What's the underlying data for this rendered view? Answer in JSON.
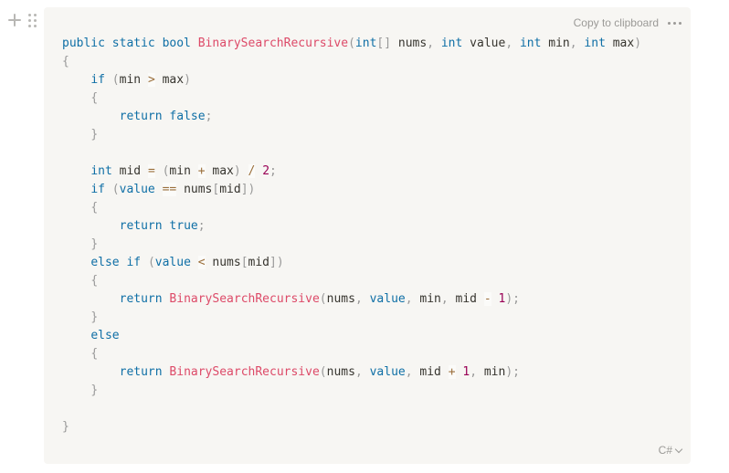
{
  "toolbar": {
    "copy_label": "Copy to clipboard"
  },
  "language": {
    "label": "C#"
  },
  "colors": {
    "keyword": "#0f6fa6",
    "function": "#dd4a68",
    "number": "#990055",
    "operator": "#9a6e3a",
    "punctuation": "#999999",
    "block_bg": "#f7f6f3"
  },
  "code": {
    "lines": [
      [
        [
          "kw",
          "public static bool "
        ],
        [
          "fn",
          "BinarySearchRecursive"
        ],
        [
          "pn",
          "("
        ],
        [
          "kw",
          "int"
        ],
        [
          "pn",
          "[]"
        ],
        [
          "t",
          " nums"
        ],
        [
          "pn",
          ", "
        ],
        [
          "kw",
          "int"
        ],
        [
          "t",
          " value"
        ],
        [
          "pn",
          ", "
        ],
        [
          "kw",
          "int"
        ],
        [
          "t",
          " min"
        ],
        [
          "pn",
          ", "
        ],
        [
          "kw",
          "int"
        ],
        [
          "t",
          " max"
        ],
        [
          "pn",
          ")"
        ]
      ],
      [
        [
          "pn",
          "{"
        ]
      ],
      [
        [
          "t",
          "    "
        ],
        [
          "kw",
          "if"
        ],
        [
          "t",
          " "
        ],
        [
          "pn",
          "("
        ],
        [
          "t",
          "min "
        ],
        [
          "op",
          ">"
        ],
        [
          "t",
          " max"
        ],
        [
          "pn",
          ")"
        ]
      ],
      [
        [
          "t",
          "    "
        ],
        [
          "pn",
          "{"
        ]
      ],
      [
        [
          "t",
          "        "
        ],
        [
          "kw",
          "return"
        ],
        [
          "t",
          " "
        ],
        [
          "kw",
          "false"
        ],
        [
          "pn",
          ";"
        ]
      ],
      [
        [
          "t",
          "    "
        ],
        [
          "pn",
          "}"
        ]
      ],
      [],
      [
        [
          "t",
          "    "
        ],
        [
          "kw",
          "int"
        ],
        [
          "t",
          " mid "
        ],
        [
          "op",
          "="
        ],
        [
          "t",
          " "
        ],
        [
          "pn",
          "("
        ],
        [
          "t",
          "min "
        ],
        [
          "op",
          "+"
        ],
        [
          "t",
          " max"
        ],
        [
          "pn",
          ")"
        ],
        [
          "t",
          " "
        ],
        [
          "op",
          "/"
        ],
        [
          "t",
          " "
        ],
        [
          "num",
          "2"
        ],
        [
          "pn",
          ";"
        ]
      ],
      [
        [
          "t",
          "    "
        ],
        [
          "kw",
          "if"
        ],
        [
          "t",
          " "
        ],
        [
          "pn",
          "("
        ],
        [
          "kw",
          "value"
        ],
        [
          "t",
          " "
        ],
        [
          "op",
          "=="
        ],
        [
          "t",
          " nums"
        ],
        [
          "pn",
          "["
        ],
        [
          "t",
          "mid"
        ],
        [
          "pn",
          "])"
        ]
      ],
      [
        [
          "t",
          "    "
        ],
        [
          "pn",
          "{"
        ]
      ],
      [
        [
          "t",
          "        "
        ],
        [
          "kw",
          "return"
        ],
        [
          "t",
          " "
        ],
        [
          "kw",
          "true"
        ],
        [
          "pn",
          ";"
        ]
      ],
      [
        [
          "t",
          "    "
        ],
        [
          "pn",
          "}"
        ]
      ],
      [
        [
          "t",
          "    "
        ],
        [
          "kw",
          "else"
        ],
        [
          "t",
          " "
        ],
        [
          "kw",
          "if"
        ],
        [
          "t",
          " "
        ],
        [
          "pn",
          "("
        ],
        [
          "kw",
          "value"
        ],
        [
          "t",
          " "
        ],
        [
          "op",
          "<"
        ],
        [
          "t",
          " nums"
        ],
        [
          "pn",
          "["
        ],
        [
          "t",
          "mid"
        ],
        [
          "pn",
          "])"
        ]
      ],
      [
        [
          "t",
          "    "
        ],
        [
          "pn",
          "{"
        ]
      ],
      [
        [
          "t",
          "        "
        ],
        [
          "kw",
          "return"
        ],
        [
          "t",
          " "
        ],
        [
          "fn",
          "BinarySearchRecursive"
        ],
        [
          "pn",
          "("
        ],
        [
          "t",
          "nums"
        ],
        [
          "pn",
          ", "
        ],
        [
          "kw",
          "value"
        ],
        [
          "pn",
          ", "
        ],
        [
          "t",
          "min"
        ],
        [
          "pn",
          ", "
        ],
        [
          "t",
          "mid "
        ],
        [
          "op",
          "-"
        ],
        [
          "t",
          " "
        ],
        [
          "num",
          "1"
        ],
        [
          "pn",
          ");"
        ]
      ],
      [
        [
          "t",
          "    "
        ],
        [
          "pn",
          "}"
        ]
      ],
      [
        [
          "t",
          "    "
        ],
        [
          "kw",
          "else"
        ]
      ],
      [
        [
          "t",
          "    "
        ],
        [
          "pn",
          "{"
        ]
      ],
      [
        [
          "t",
          "        "
        ],
        [
          "kw",
          "return"
        ],
        [
          "t",
          " "
        ],
        [
          "fn",
          "BinarySearchRecursive"
        ],
        [
          "pn",
          "("
        ],
        [
          "t",
          "nums"
        ],
        [
          "pn",
          ", "
        ],
        [
          "kw",
          "value"
        ],
        [
          "pn",
          ", "
        ],
        [
          "t",
          "mid "
        ],
        [
          "op",
          "+"
        ],
        [
          "t",
          " "
        ],
        [
          "num",
          "1"
        ],
        [
          "pn",
          ", "
        ],
        [
          "t",
          "min"
        ],
        [
          "pn",
          ");"
        ]
      ],
      [
        [
          "t",
          "    "
        ],
        [
          "pn",
          "}"
        ]
      ],
      [],
      [
        [
          "pn",
          "}"
        ]
      ]
    ]
  }
}
